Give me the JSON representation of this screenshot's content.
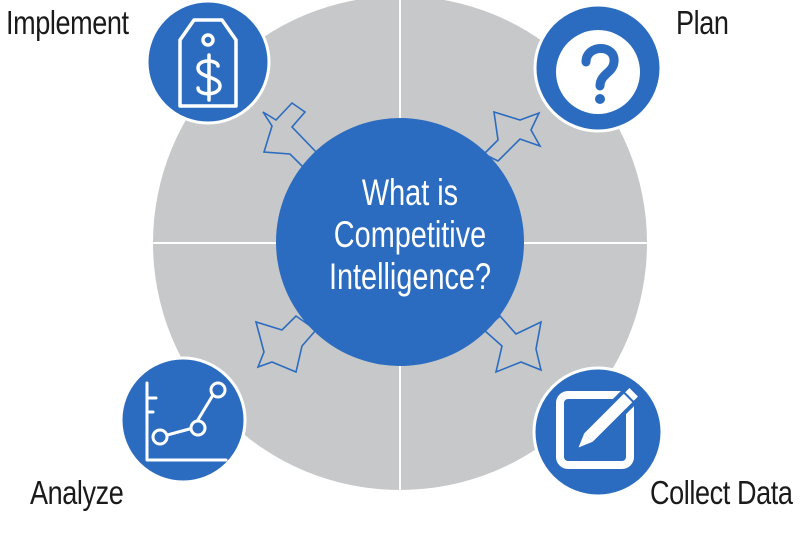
{
  "center": {
    "line1": "What is",
    "line2": "Competitive",
    "line3": "Intelligence?"
  },
  "steps": {
    "implement": {
      "label": "Implement",
      "icon": "price-tag-dollar-icon"
    },
    "plan": {
      "label": "Plan",
      "icon": "question-mark-icon"
    },
    "analyze": {
      "label": "Analyze",
      "icon": "line-chart-icon"
    },
    "collect": {
      "label": "Collect Data",
      "icon": "edit-pencil-icon"
    }
  },
  "colors": {
    "blue": "#2b6cc0",
    "ring": "#c7c8c9",
    "text": "#1a1a1a",
    "white": "#ffffff"
  }
}
